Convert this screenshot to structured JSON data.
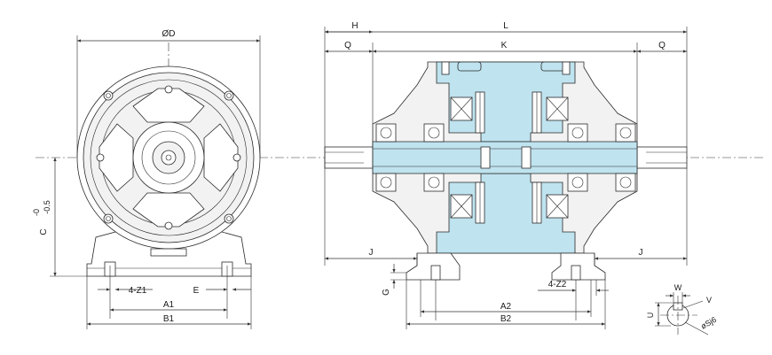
{
  "front_view": {
    "labels": {
      "diameter": "ØD",
      "height": "C",
      "tol_upper": "-0",
      "tol_lower": "-0.5",
      "holes": "4-Z1",
      "e": "E",
      "a1": "A1",
      "b1": "B1"
    }
  },
  "side_view": {
    "labels": {
      "h": "H",
      "l": "L",
      "q_left": "Q",
      "k": "K",
      "q_right": "Q",
      "j_left": "J",
      "j_right": "J",
      "g": "G",
      "holes": "4-Z2",
      "a2": "A2",
      "b2": "B2"
    }
  },
  "shaft_detail": {
    "labels": {
      "w": "W",
      "v": "V",
      "u": "U",
      "shaft": "øSj6"
    }
  },
  "colors": {
    "fill_blue": "#bfe3ef",
    "fill_grey": "#f2f2f2",
    "line": "#2a2a2a"
  }
}
